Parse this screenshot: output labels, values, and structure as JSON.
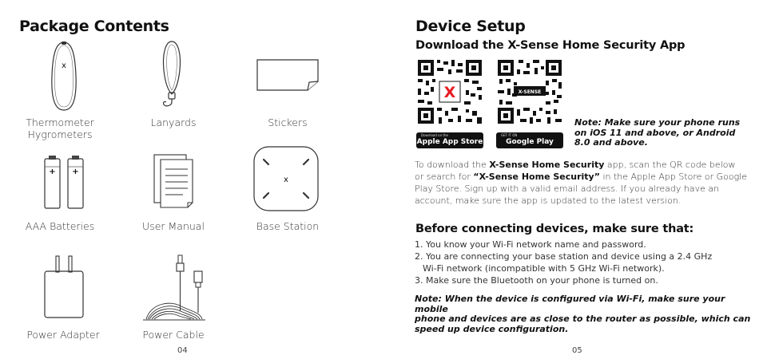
{
  "left": {
    "title": "Package Contents",
    "items": [
      {
        "label": "Thermometer Hygrometers",
        "line1": "Thermometer",
        "line2": "Hygrometers",
        "icon": "thermometer-hygrometer-icon"
      },
      {
        "label": "Lanyards",
        "icon": "lanyard-icon"
      },
      {
        "label": "Stickers",
        "icon": "sticker-icon"
      },
      {
        "label": "AAA Batteries",
        "icon": "aaa-battery-icon"
      },
      {
        "label": "User Manual",
        "icon": "user-manual-icon"
      },
      {
        "label": "Base Station",
        "icon": "base-station-icon"
      },
      {
        "label": "Power Adapter",
        "icon": "power-adapter-icon"
      },
      {
        "label": "Power Cable",
        "icon": "power-cable-icon"
      }
    ],
    "device_mark": "x",
    "battery_mark": "+",
    "page_number": "04"
  },
  "right": {
    "title": "Device Setup",
    "download_heading": "Download the X-Sense Home Security App",
    "qr_codes": [
      {
        "badge_small": "Download on the",
        "badge_label": "Apple App Store",
        "center_logo": "X",
        "icon": "qr-code-icon"
      },
      {
        "badge_small": "GET IT ON",
        "badge_label": "Google Play",
        "center_logo": "X-SENSE",
        "icon": "qr-code-icon"
      }
    ],
    "os_note": {
      "line1": "Note: Make sure your phone runs",
      "line2": "on iOS 11 and above, or Android",
      "line3": "8.0 and above."
    },
    "instructions": {
      "l1_a": "To download the ",
      "l1_b": "X-Sense Home Security",
      "l1_c": " app, scan the QR code below",
      "l2_a": "or search for ",
      "l2_b": "“X-Sense Home Security”",
      "l2_c": " in the Apple App Store or Google",
      "l3": "Play Store. Sign up with a valid email address. If you already have an",
      "l4": "account, make sure the app is updated to the latest version."
    },
    "checklist_heading": "Before connecting devices, make sure that:",
    "checklist": {
      "i1": "1. You know your Wi-Fi network name and password.",
      "i2a": "2. You are connecting your base station and device using a 2.4 GHz",
      "i2b": "Wi-Fi network (incompatible with 5 GHz Wi-Fi network).",
      "i3": "3. Make sure the Bluetooth on your phone is turned on."
    },
    "wifi_note": {
      "line1": "Note: When the device is configured via Wi-Fi, make sure your mobile",
      "line2": "phone and devices are as close to the router as possible, which can",
      "line3": "speed up device configuration."
    },
    "page_number": "05"
  }
}
